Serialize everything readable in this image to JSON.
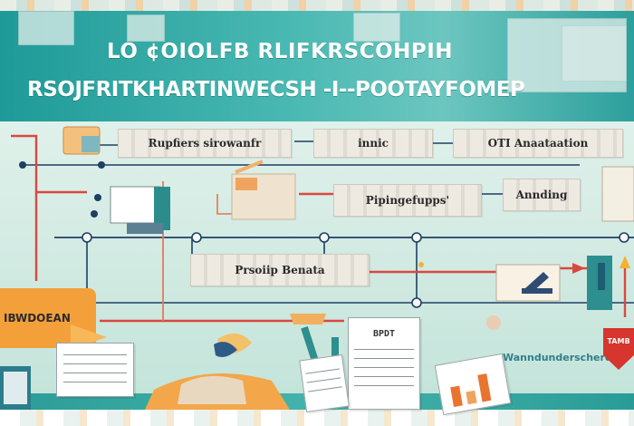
{
  "header": {
    "title_line1": "LO ¢OIOLFB RLIFKRSCOHPIH",
    "title_line2": "RSOJFRITKHARTINWECSH -I--POOTAYFOMEP"
  },
  "labels": {
    "top_left": "Rupfiers  sirowanfr",
    "top_mid": "innic",
    "top_right": "OTI  Anaataation",
    "mid_mid": "Pipingefupps'",
    "mid_right": "Annding",
    "lower_mid": "Prsoiip    Benata",
    "side_tag": "IBWDOEAN",
    "doc_title": "BPDT",
    "corner_text": "Wanndunderscherd",
    "shield_text": "TAMB"
  },
  "colors": {
    "teal": "#1e9a98",
    "wire_red": "#d9493f",
    "wire_dark": "#1f3f63",
    "orange": "#f4a03a"
  }
}
